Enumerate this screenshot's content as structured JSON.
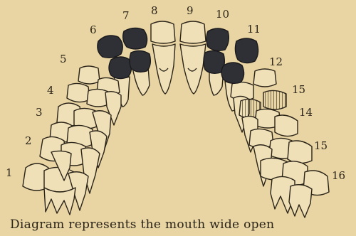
{
  "caption": "Diagram represents the mouth wide open",
  "labels": [
    "1",
    "2",
    "3",
    "4",
    "5",
    "6",
    "7",
    "8",
    "9",
    "10",
    "11",
    "12",
    "15",
    "14",
    "15",
    "16"
  ],
  "colors": {
    "paper": "#e9d5a4",
    "ink": "#2b2418",
    "dark_tooth": "#2f3036"
  }
}
